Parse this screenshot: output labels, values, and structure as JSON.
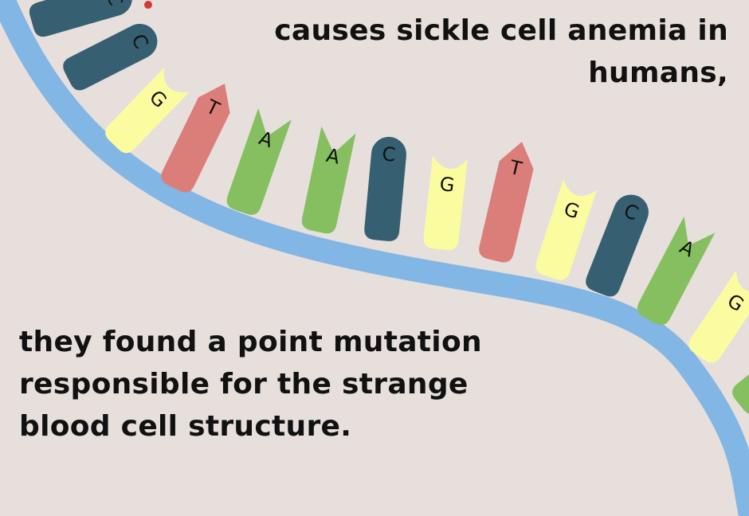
{
  "caption_top": {
    "lines": [
      "causes sickle cell anemia in",
      "humans,"
    ]
  },
  "caption_bottom": {
    "lines": [
      "they found a point mutation",
      "responsible for the strange",
      "blood cell structure."
    ]
  },
  "dna": {
    "bases": [
      "C",
      "C",
      "G",
      "T",
      "A",
      "A",
      "C",
      "G",
      "T",
      "G",
      "C",
      "A",
      "G",
      ""
    ],
    "colors": {
      "A": "#86bf5f",
      "T": "#db7d79",
      "G": "#fbfca0",
      "C": "#365f72",
      "backbone": "#82b6e4",
      "marker": "#d23a35"
    }
  }
}
